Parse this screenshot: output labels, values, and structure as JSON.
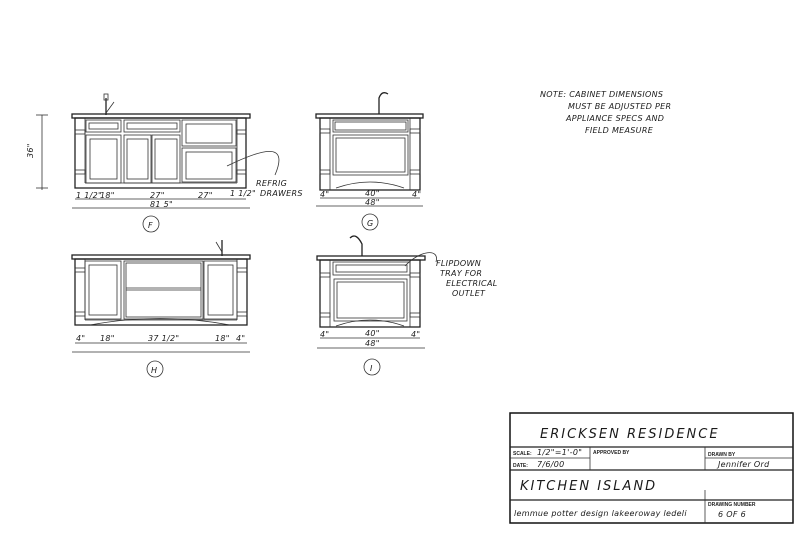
{
  "note": {
    "lines": [
      "NOTE: CABINET DIMENSIONS",
      "MUST BE ADJUSTED PER",
      "APPLIANCE SPECS AND",
      "FIELD MEASURE"
    ]
  },
  "elevations": {
    "F": {
      "label": "F",
      "height_dim": "36\"",
      "dims": [
        "1 1/2\"",
        "18\"",
        "27\"",
        "27\"",
        "1 1/2\""
      ],
      "total": "81 5\"",
      "callout": [
        "REFRIG",
        "DRAWERS"
      ]
    },
    "G": {
      "label": "G",
      "dims": [
        "4\"",
        "40\"",
        "4\""
      ],
      "total": "48\""
    },
    "H": {
      "label": "H",
      "dims": [
        "4\"",
        "18\"",
        "37 1/2\"",
        "18\"",
        "4\""
      ]
    },
    "I": {
      "label": "I",
      "dims": [
        "4\"",
        "40\"",
        "4\""
      ],
      "total": "48\"",
      "callout": [
        "FLIPDOWN",
        "TRAY FOR",
        "ELECTRICAL",
        "OUTLET"
      ]
    }
  },
  "title_block": {
    "project": "ERICKSEN RESIDENCE",
    "scale_label": "SCALE:",
    "scale_value": "1/2\"=1'-0\"",
    "date_label": "DATE:",
    "date_value": "7/6/00",
    "approved_label": "APPROVED BY",
    "drawn_label": "DRAWN BY",
    "drawn_value": "Jennifer Ord",
    "sheet_title": "KITCHEN ISLAND",
    "firm": "lemmue potter design lakeeroway ledeli",
    "drawing_number_label": "DRAWING NUMBER",
    "drawing_number": "6 OF 6"
  }
}
